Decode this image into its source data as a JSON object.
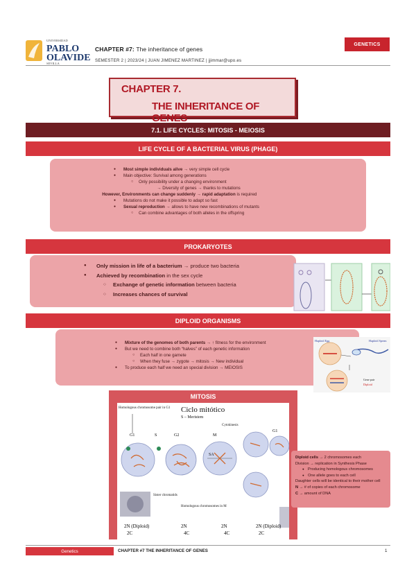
{
  "header": {
    "chapter_label": "CHAPTER #7:",
    "chapter_name": "The inheritance of genes",
    "subtitle": "SEMESTER 2 | 2023/24 | JUAN JIMENEZ MARTINEZ | jjimmar@upo.es",
    "tag": "GENETICS",
    "logo_text": {
      "top": "UNIVERSIDAD",
      "line1": "PABLO",
      "line2": "OLAVIDE",
      "bottom": "SEVILLA"
    }
  },
  "chapter": {
    "line1": "CHAPTER 7.",
    "line2": "THE INHERITANCE OF GENES"
  },
  "section": {
    "title": "7.1. LIFE CYCLES: MITOSIS - MEIOSIS"
  },
  "phage": {
    "title": "LIFE CYCLE OF A BACTERIAL VIRUS (PHAGE)",
    "items": [
      {
        "level": 1,
        "bold": "Most simple individuals alive",
        "text": " → very simple cell cycle"
      },
      {
        "level": 1,
        "bold": "",
        "text": "Main objective: Survival among generations"
      },
      {
        "level": 2,
        "bold": "",
        "text": "Only possibility under a changing environment"
      },
      {
        "level": 3,
        "bold": "",
        "text": "→ Diversity of genes → thanks to mutations"
      },
      {
        "level": 0,
        "bold": "However, Environments can change suddenly → rapid adaptation",
        "text": " is required"
      },
      {
        "level": 1,
        "bold": "",
        "text": "Mutations do not make it possible to adapt so fast"
      },
      {
        "level": 1,
        "bold": "Sexual reproduction",
        "text": " → allows to have new recombinations of mutants"
      },
      {
        "level": 2,
        "bold": "",
        "text": "Can combine advantages of both alleles in the offspring"
      }
    ]
  },
  "prokaryotes": {
    "title": "PROKARYOTES",
    "items": [
      {
        "level": 1,
        "bold": "Only mission in life of a bacterium",
        "text": " → produce two bacteria"
      },
      {
        "level": 1,
        "bold": "Achieved by recombination",
        "text": " in the sex cycle"
      },
      {
        "level": 2,
        "bold": "Exchange of genetic information",
        "text": " between bacteria"
      },
      {
        "level": 2,
        "bold": "Increases chances of survival",
        "text": ""
      }
    ]
  },
  "diploid": {
    "title": "DIPLOID ORGANISMS",
    "items": [
      {
        "level": 1,
        "bold": "Mixture of the genomes of both parents",
        "text": " → ↑ fitness for the environment"
      },
      {
        "level": 1,
        "bold": "",
        "text": "But we need to combine both “halves” of each genetic information"
      },
      {
        "level": 2,
        "bold": "",
        "text": "Each half in one gamete"
      },
      {
        "level": 2,
        "bold": "",
        "text": "When they fuse → zygote → mitosis → New individual"
      },
      {
        "level": 1,
        "bold": "",
        "text": "To produce each half we need an special division → MEIOSIS"
      }
    ],
    "figure": {
      "diploid_egg": "Haploid Egg",
      "diploid_sperm": "Haploid Sperm",
      "gene_pair": "Gene pair",
      "diploid": "Diploid"
    }
  },
  "mitosis": {
    "title": "MITOSIS",
    "figure": {
      "heading": "Ciclo mitótico",
      "subheading": "S – Meristem",
      "homologous": "Homologous chromosome pair in G1",
      "cytokinesis": "Cytokinesis",
      "phases": [
        "G1",
        "S",
        "G2",
        "M",
        "G1"
      ],
      "sister": "Sister chromatids",
      "homologs_m": "Homologous chromosomes in M",
      "sa_label": "SA",
      "counts": [
        {
          "n": "2N (Diploid)",
          "c": "2C"
        },
        {
          "n": "2N",
          "c": "4C"
        },
        {
          "n": "2N",
          "c": "4C"
        },
        {
          "n": "2N (Diploid)",
          "c": "2C"
        }
      ]
    },
    "notes": [
      {
        "indent": false,
        "bold": "Diploid cells",
        "text": " → 2 chromosomes each"
      },
      {
        "indent": false,
        "bold": "",
        "text": "Division → replication in Synthesis Phase"
      },
      {
        "indent": true,
        "bold": "",
        "text": "Producing homologous chromosomes"
      },
      {
        "indent": true,
        "bold": "",
        "text": "One allele goes to each cell"
      },
      {
        "indent": false,
        "bold": "",
        "text": "Daughter cells will be identical to their mother cell"
      },
      {
        "indent": false,
        "bold": "N",
        "text": " → # of copies of each chromosome"
      },
      {
        "indent": false,
        "bold": "C",
        "text": " → amount of DNA"
      }
    ]
  },
  "footer": {
    "tag": "Genetics",
    "text": "CHAPTER #7 THE INHERITANCE OF GENES",
    "page": "1"
  },
  "colors": {
    "accent": "#d6363e",
    "dark": "#6e1d22",
    "pill": "#eca4a8"
  }
}
